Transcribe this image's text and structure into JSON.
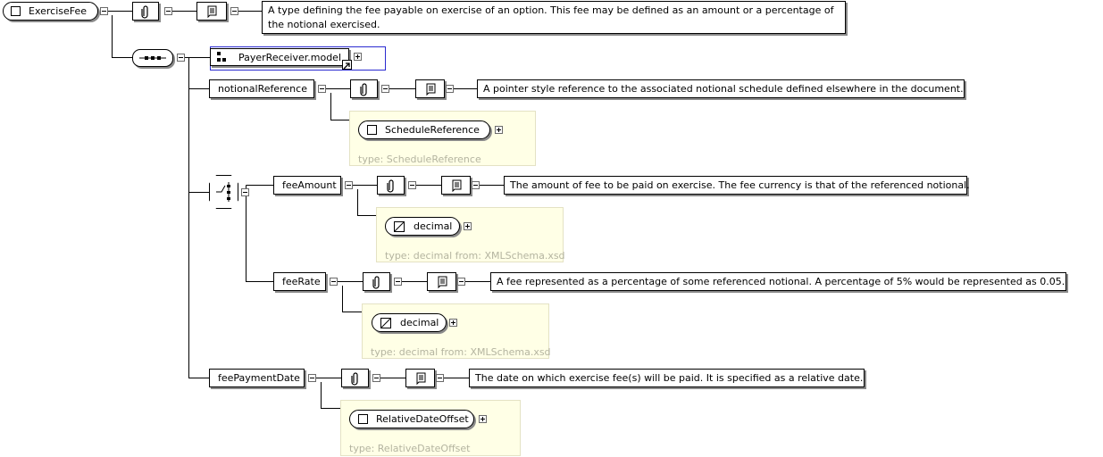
{
  "root": {
    "name": "ExerciseFee",
    "doc": "A type defining the fee payable on exercise of an option. This fee may be defined as an amount or a percentage of the notional exercised."
  },
  "group_model": {
    "name": "PayerReceiver.model"
  },
  "notional_reference": {
    "name": "notionalReference",
    "doc": "A pointer style reference to the associated notional schedule defined elsewhere in the document.",
    "type_name": "ScheduleReference",
    "type_label": "type: ScheduleReference"
  },
  "fee_amount": {
    "name": "feeAmount",
    "doc": "The amount of fee to be paid on exercise. The fee currency is that of the referenced notional.",
    "type_name": "decimal",
    "type_label": "type: decimal from: XMLSchema.xsd"
  },
  "fee_rate": {
    "name": "feeRate",
    "doc": "A fee represented as a percentage of some referenced notional. A percentage of 5% would be represented as 0.05.",
    "type_name": "decimal",
    "type_label": "type: decimal from: XMLSchema.xsd"
  },
  "fee_payment_date": {
    "name": "feePaymentDate",
    "doc": "The date on which exercise fee(s) will be paid. It is specified as a relative date.",
    "type_name": "RelativeDateOffset",
    "type_label": "type: RelativeDateOffset"
  },
  "icons": {
    "annotation": "paperclip-icon",
    "documentation": "scroll-icon",
    "sequence": "sequence-icon",
    "choice": "choice-icon",
    "group": "group-icon",
    "simple_type": "simple-type-icon",
    "complex_type": "complex-type-icon"
  },
  "colors": {
    "type_box_bg": "#ffffe6",
    "type_text": "#b4b4a0",
    "ref_border": "#2a2ad0",
    "shadow": "#8a8a8a"
  }
}
